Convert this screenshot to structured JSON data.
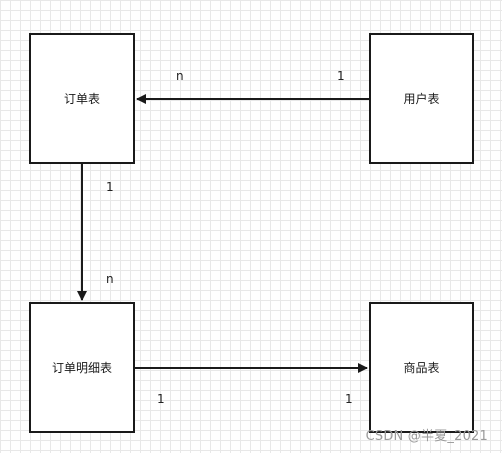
{
  "entities": {
    "order": "订单表",
    "user": "用户表",
    "order_detail": "订单明细表",
    "product": "商品表"
  },
  "relations": [
    {
      "from": "user",
      "to": "order",
      "from_card": "1",
      "to_card": "n"
    },
    {
      "from": "order",
      "to": "order_detail",
      "from_card": "1",
      "to_card": "n"
    },
    {
      "from": "order_detail",
      "to": "product",
      "from_card": "1",
      "to_card": "1"
    }
  ],
  "watermark": "CSDN @半夏_2021"
}
